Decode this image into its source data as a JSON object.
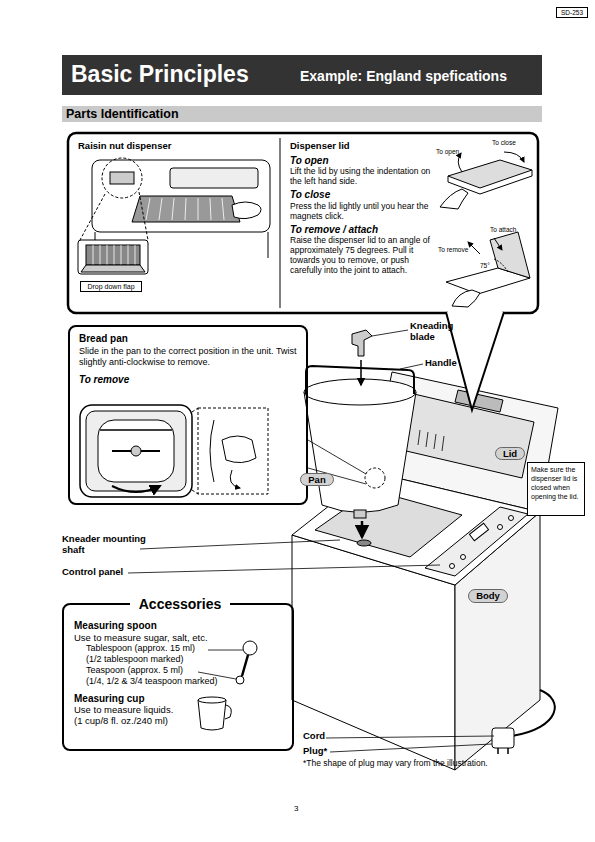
{
  "diagram": {
    "nodes": [
      {
        "text": [
          "SD-253"
        ]
      },
      {
        "text": [
          "Basic Principles",
          "Example: England spefications"
        ]
      },
      {
        "text": [
          "Parts Identification"
        ]
      },
      {
        "text": [
          "Raisin nut dispenser"
        ]
      },
      {
        "text": [
          "Drop down flap"
        ],
        "in": 3
      },
      {
        "text": [
          "Dispenser lid",
          "To open",
          "Lift the lid by using the indentation on the left hand side.",
          "To close",
          "Press the lid lightly until you hear the magnets click.",
          "To remove / attach",
          "Raise the dispenser lid to an angle of approximately 75 degrees. Pull it towards you to remove, or push carefully into the joint to attach."
        ]
      },
      {
        "text": [
          "Bread pan",
          "Slide in the pan to the correct position in the unit. Twist slightly anti-clockwise to remove.",
          "To remove"
        ]
      },
      {
        "text": [
          "Lid"
        ]
      },
      {
        "text": [
          "Make sure the dispenser lid is closed when opening the lid."
        ]
      },
      {
        "text": [
          "Pan"
        ]
      },
      {
        "text": [
          "Body"
        ]
      },
      {
        "text": [
          "Accessories",
          "Measuring spoon",
          "Use to measure sugar, salt, etc.",
          "Tablespoon (approx. 15 ml)",
          "(1/2 tablespoon marked)",
          "Teaspoon (approx. 5 ml)",
          "(1/4, 1/2 & 3/4 teaspoon marked)",
          "Measuring cup",
          "Use to measure liquids.",
          "(1 cup/8 fl. oz./240 ml)"
        ]
      }
    ],
    "labels": [
      "To open",
      "To close",
      "To attach",
      "To remove",
      "75°",
      "Kneading blade",
      "Handle",
      "Kneader mounting shaft",
      "Control panel",
      "Cord",
      "Plug*",
      "*The shape of plug may vary from the illustration.",
      "3"
    ]
  }
}
